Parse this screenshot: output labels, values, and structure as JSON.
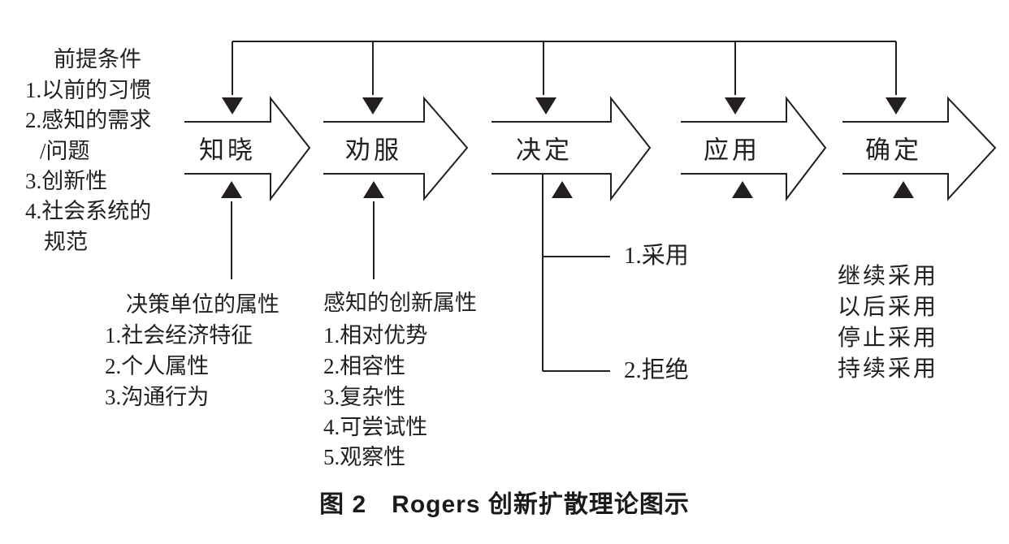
{
  "diagram_title": "Rogers 创新扩散理论图示",
  "colors": {
    "ink": "#231f20",
    "background": "#ffffff"
  },
  "stages": [
    "知晓",
    "劝服",
    "决定",
    "应用",
    "确定"
  ],
  "prerequisites": {
    "title": "前提条件",
    "lines": [
      "1.以前的习惯",
      "2.感知的需求",
      "/问题",
      "3.创新性",
      "4.社会系统的",
      "规范"
    ]
  },
  "decision_unit_attributes": {
    "title": "决策单位的属性",
    "items": [
      "1.社会经济特征",
      "2.个人属性",
      "3.沟通行为"
    ]
  },
  "perceived_innovation_attributes": {
    "title": "感知的创新属性",
    "items": [
      "1.相对优势",
      "2.相容性",
      "3.复杂性",
      "4.可尝试性",
      "5.观察性"
    ]
  },
  "decision_outcomes": [
    "1.采用",
    "2.拒绝"
  ],
  "confirmation_outcomes": [
    "继续采用",
    "以后采用",
    "停止采用",
    "持续采用"
  ],
  "caption": "图 2　Rogers 创新扩散理论图示"
}
